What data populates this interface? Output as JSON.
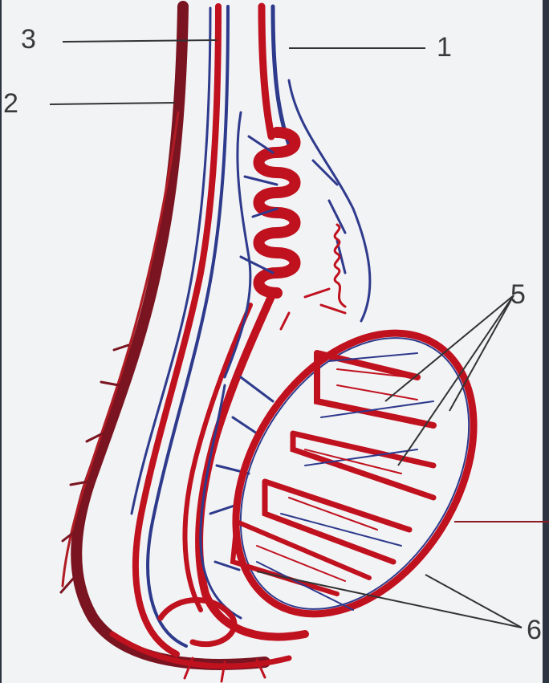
{
  "labels": {
    "l1": "1",
    "l2": "2",
    "l3": "3",
    "l5": "5",
    "l6": "6"
  },
  "colors": {
    "artery": "#c0111f",
    "vein": "#2e3a8c",
    "dark_vessel": "#7a1420",
    "leader": "#333333",
    "background": "#f2f3f5"
  }
}
